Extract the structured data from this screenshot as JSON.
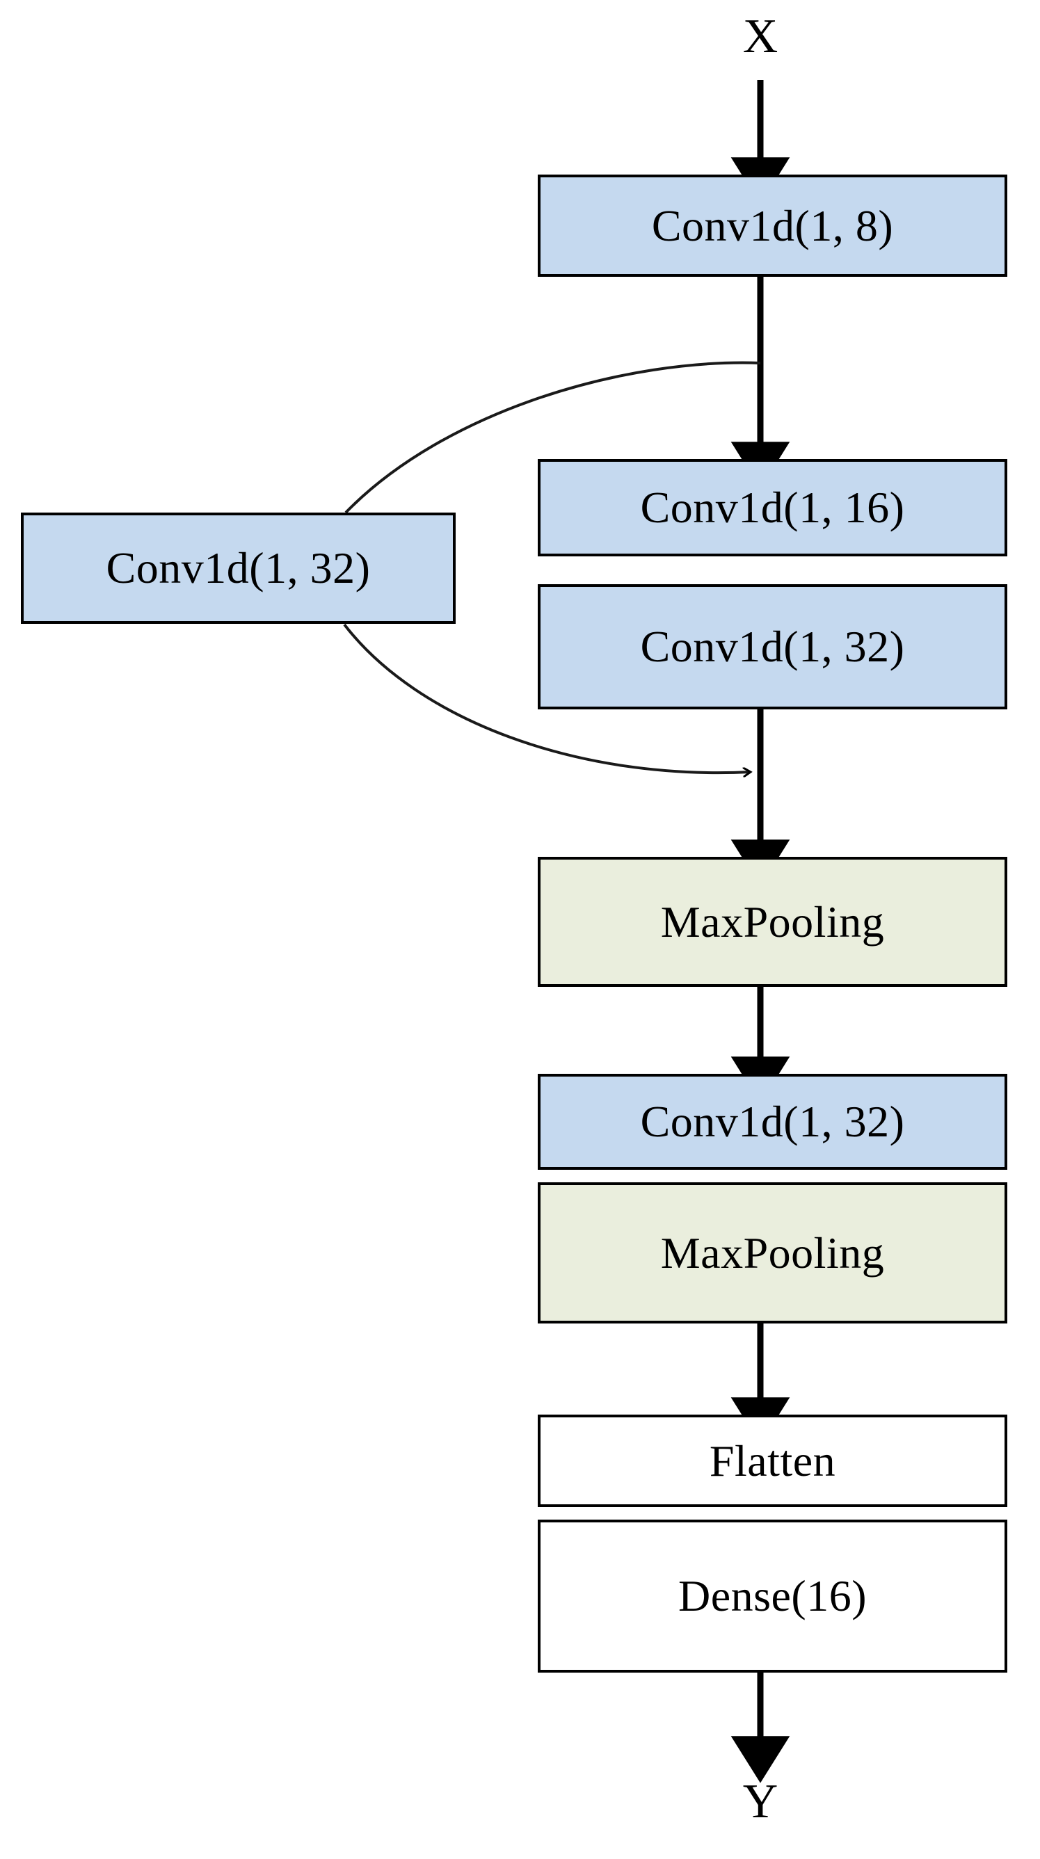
{
  "diagram": {
    "title": "1D CNN architecture flowchart",
    "type": "flowchart",
    "orientation": "top-to-bottom",
    "colors": {
      "conv_fill": "#c5d9ef",
      "pool_fill": "#eaeedd",
      "plain_fill": "#ffffff",
      "stroke": "#000000",
      "background": "#ffffff"
    },
    "io": {
      "input_label": "X",
      "output_label": "Y"
    },
    "nodes": [
      {
        "id": "conv_8",
        "label": "Conv1d(1, 8)",
        "kind": "conv",
        "column": "main"
      },
      {
        "id": "conv_16",
        "label": "Conv1d(1, 16)",
        "kind": "conv",
        "column": "main"
      },
      {
        "id": "conv_32a",
        "label": "Conv1d(1, 32)",
        "kind": "conv",
        "column": "main"
      },
      {
        "id": "pool_1",
        "label": "MaxPooling",
        "kind": "pool",
        "column": "main"
      },
      {
        "id": "conv_32b",
        "label": "Conv1d(1, 32)",
        "kind": "conv",
        "column": "main"
      },
      {
        "id": "pool_2",
        "label": "MaxPooling",
        "kind": "pool",
        "column": "main"
      },
      {
        "id": "flatten",
        "label": "Flatten",
        "kind": "plain",
        "column": "main"
      },
      {
        "id": "dense_16",
        "label": "Dense(16)",
        "kind": "plain",
        "column": "main"
      },
      {
        "id": "skip_conv",
        "label": "Conv1d(1, 32)",
        "kind": "conv",
        "column": "side"
      }
    ],
    "edges": [
      {
        "from": "X",
        "to": "conv_8",
        "style": "straight-arrow"
      },
      {
        "from": "conv_8",
        "to": "conv_16",
        "style": "straight-arrow"
      },
      {
        "from": "conv_32a",
        "to": "pool_1",
        "style": "straight-arrow"
      },
      {
        "from": "pool_1",
        "to": "conv_32b",
        "style": "straight-arrow"
      },
      {
        "from": "pool_2",
        "to": "flatten",
        "style": "straight-arrow"
      },
      {
        "from": "dense_16",
        "to": "Y",
        "style": "straight-arrow"
      },
      {
        "from": "conv_8",
        "to": "skip_conv",
        "style": "curved-branch"
      },
      {
        "from": "skip_conv",
        "to": "merge",
        "style": "curved-arrow"
      }
    ]
  }
}
